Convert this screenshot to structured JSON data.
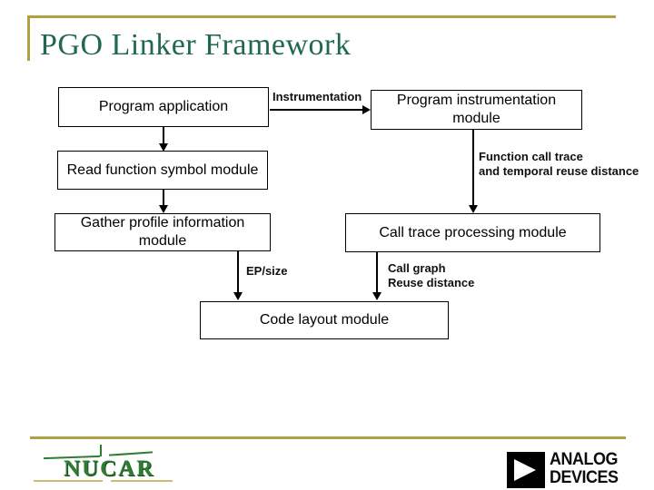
{
  "slide": {
    "title": "PGO Linker Framework",
    "colors": {
      "accent_gold": "#B3A042",
      "title_green": "#206950",
      "underline_gold": "#C9BD72",
      "nucar_green": "#2F7D32"
    }
  },
  "diagram": {
    "boxes": {
      "program_application": "Program application",
      "program_instrumentation": "Program instrumentation module",
      "read_function_symbol": "Read function symbol module",
      "gather_profile": "Gather profile information module",
      "call_trace_processing": "Call trace processing module",
      "code_layout": "Code layout module"
    },
    "edge_labels": {
      "instrumentation": "Instrumentation",
      "function_call_trace": "Function call trace\nand temporal reuse distance",
      "ep_size": "EP/size",
      "call_graph": "Call graph\nReuse distance"
    }
  },
  "footer": {
    "nucar": "NUCAR",
    "analog_devices_line1": "ANALOG",
    "analog_devices_line2": "DEVICES"
  }
}
